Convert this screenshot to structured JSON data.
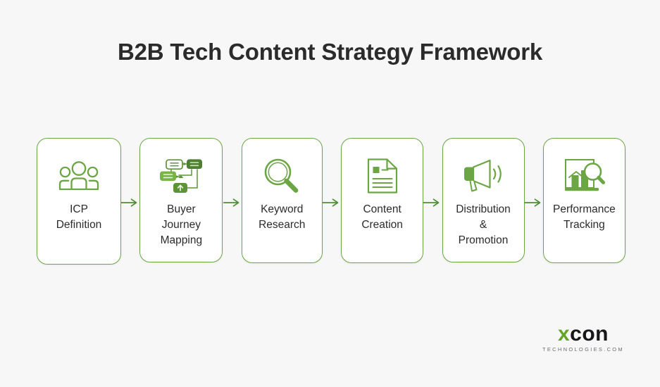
{
  "page": {
    "background_color": "#f7f7f7",
    "title": "B2B Tech Content Strategy Framework",
    "title_color": "#2b2b2b"
  },
  "theme": {
    "accent_green": "#6ca644",
    "icon_green": "#6ca644",
    "icon_green_dark": "#4f7f32",
    "card_fill": "#ffffff",
    "text_color": "#2b2b2b"
  },
  "flow": {
    "steps": [
      {
        "id": "icp-definition",
        "label": "ICP\nDefinition",
        "icon": "people-group-icon"
      },
      {
        "id": "buyer-journey-mapping",
        "label": "Buyer\nJourney\nMapping",
        "icon": "flowchart-icon"
      },
      {
        "id": "keyword-research",
        "label": "Keyword\nResearch",
        "icon": "magnifier-icon"
      },
      {
        "id": "content-creation",
        "label": "Content\nCreation",
        "icon": "document-icon"
      },
      {
        "id": "distribution-promotion",
        "label": "Distribution\n&\nPromotion",
        "icon": "megaphone-icon"
      },
      {
        "id": "performance-tracking",
        "label": "Performance\nTracking",
        "icon": "bar-chart-magnifier-icon"
      }
    ],
    "connector_icon": "arrow-right-icon",
    "connector_count": 5
  },
  "logo": {
    "mark_first": "x",
    "mark_rest": "con",
    "tagline": "TECHNOLOGIES.COM",
    "first_color": "#63a524",
    "rest_color": "#17171a"
  }
}
